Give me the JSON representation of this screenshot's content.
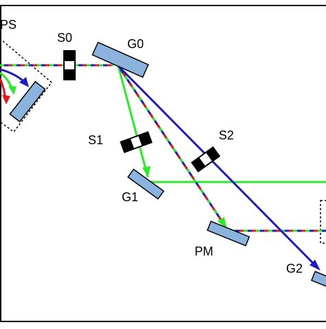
{
  "labels": {
    "ps": "PS",
    "s0": "S0",
    "g0": "G0",
    "s1": "S1",
    "s2": "S2",
    "g1": "G1",
    "pm": "PM",
    "g2": "G2"
  },
  "colors": {
    "red": "#e8141a",
    "green": "#22ee22",
    "blue": "#1a1acc",
    "optic_fill": "#8ab4de",
    "outline": "#000000",
    "shutter": "#000000"
  }
}
